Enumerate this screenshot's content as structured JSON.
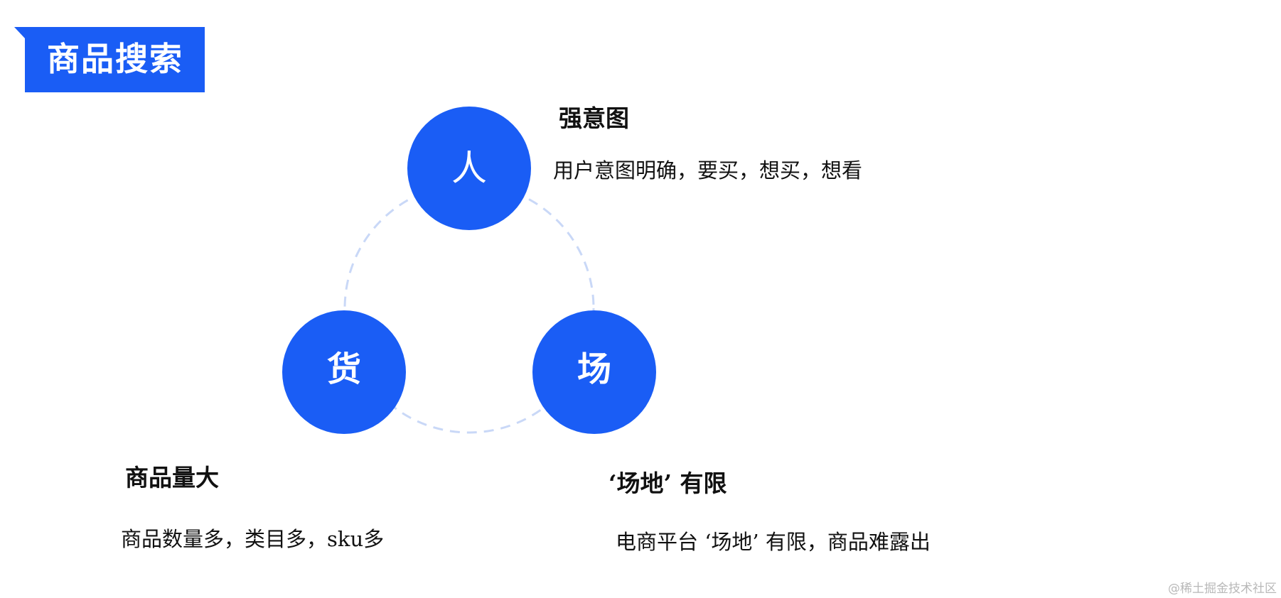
{
  "title": "商品搜索",
  "nodes": {
    "person": {
      "label": "人",
      "heading": "强意图",
      "description": "用户意图明确，要买，想买，想看"
    },
    "goods": {
      "label": "货",
      "heading": "商品量大",
      "description": "商品数量多，类目多，sku多"
    },
    "venue": {
      "label": "场",
      "heading": "‘场地’ 有限",
      "description": "电商平台 ‘场地’ 有限，商品难露出"
    }
  },
  "watermark": "@稀土掘金技术社区",
  "colors": {
    "primary": "#1a5df5",
    "dashed_ring": "#c9d8f7",
    "text": "#111111",
    "watermark": "#b8b8b8"
  }
}
